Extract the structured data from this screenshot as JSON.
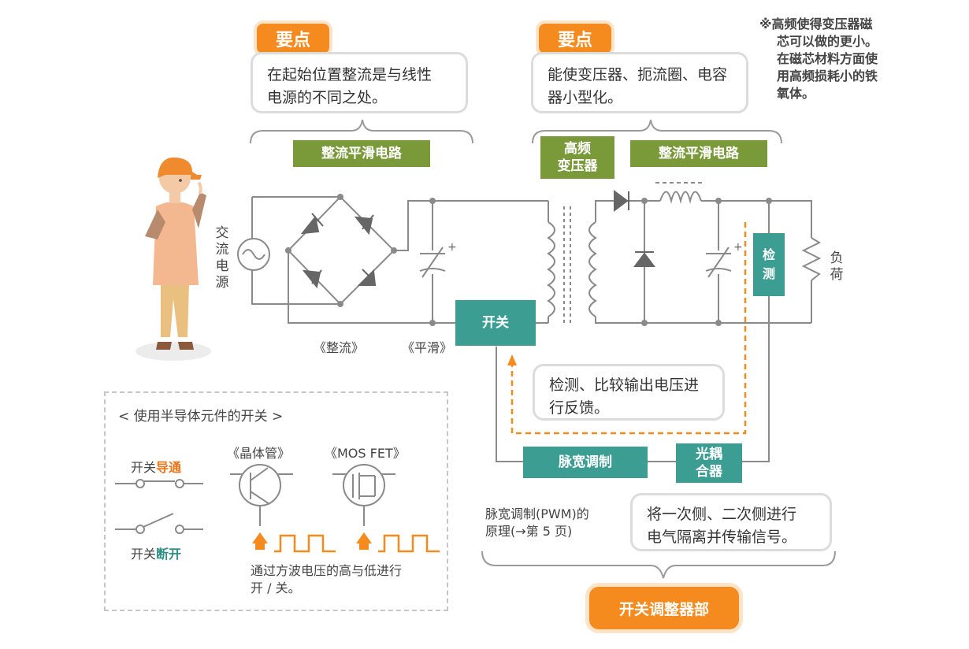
{
  "key_points": [
    {
      "tag": "要点",
      "text_line1": "在起始位置整流是与线性",
      "text_line2": "电源的不同之处。"
    },
    {
      "tag": "要点",
      "text_line1": "能使变压器、扼流圈、电容",
      "text_line2": "器小型化。"
    }
  ],
  "note": {
    "line1": "※高频使得变压器磁",
    "line2": "芯可以做的更小。",
    "line3": "在磁芯材料方面使",
    "line4": "用高频损耗小的铁",
    "line5": "氧体。"
  },
  "blocks": {
    "rectifier_smoothing_1": "整流平滑电路",
    "hf_transformer_line1": "高频",
    "hf_transformer_line2": "变压器",
    "rectifier_smoothing_2": "整流平滑电路",
    "switch": "开关",
    "detect": "检测",
    "pwm": "脉宽调制",
    "optocoupler_line1": "光耦",
    "optocoupler_line2": "合器"
  },
  "circuit_labels": {
    "ac_source": "交流电源",
    "load": "负荷",
    "rectification": "《整流》",
    "smoothing": "《平滑》"
  },
  "callouts": {
    "feedback_line1": "检测、比较输出电压进",
    "feedback_line2": "行反馈。",
    "isolation_line1": "将一次侧、二次侧进行",
    "isolation_line2": "电气隔离并传输信号。"
  },
  "pwm_note": {
    "line1": "脉宽调制(PWM)的",
    "line2": "原理(→第 5 页)"
  },
  "semiconductor": {
    "title": "< 使用半导体元件的开关 >",
    "on_prefix": "开关",
    "on_state": "导通",
    "off_prefix": "开关",
    "off_state": "断开",
    "transistor": "《晶体管》",
    "mosfet": "《MOS FET》",
    "caption_line1": "通过方波电压的高与低进行",
    "caption_line2": "开 / 关。"
  },
  "bottom_tag": "开关调整器部",
  "colors": {
    "orange": "#f58a1f",
    "green": "#7a9a3a",
    "teal": "#3c9e93",
    "wire": "#8a8a8a",
    "on_text": "#e8761a",
    "off_text": "#2f8f84"
  }
}
